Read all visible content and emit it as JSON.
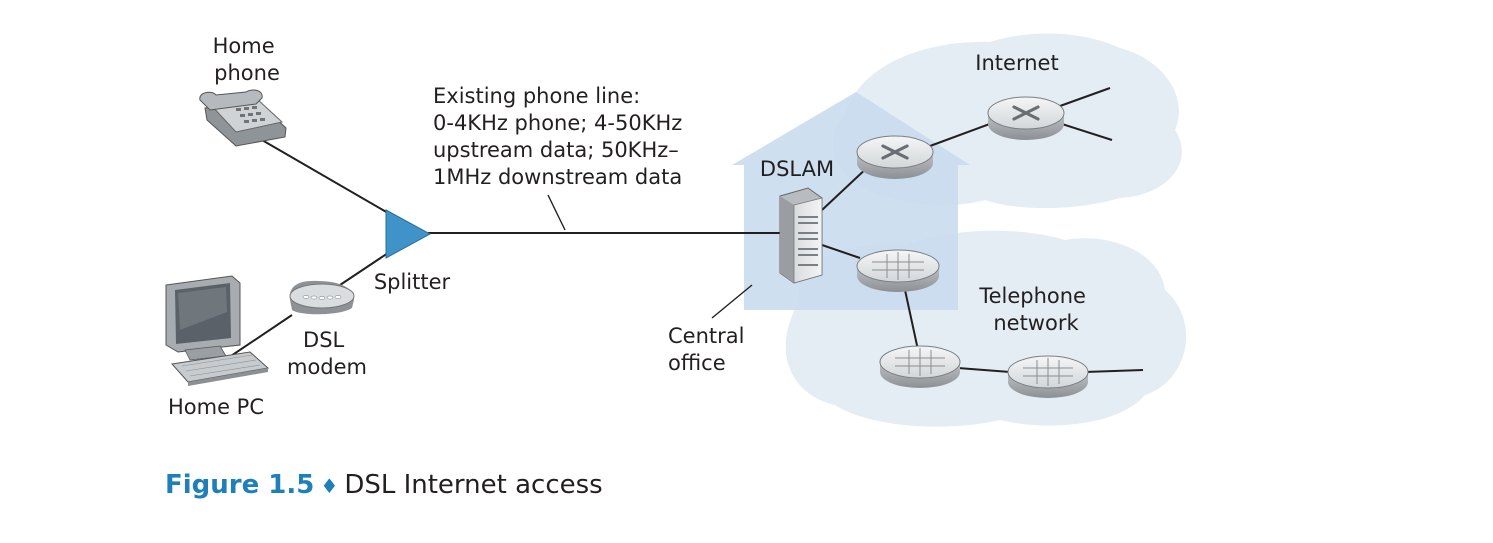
{
  "labels": {
    "home_phone": [
      "Home",
      "phone"
    ],
    "phone_line": [
      "Existing phone line:",
      "0-4KHz phone; 4-50KHz",
      "upstream data; 50KHz–",
      "1MHz downstream data"
    ],
    "internet": "Internet",
    "dslam": "DSLAM",
    "splitter": "Splitter",
    "dsl_modem": [
      "DSL",
      "modem"
    ],
    "central_office": [
      "Central",
      "office"
    ],
    "telephone_network": [
      "Telephone",
      "network"
    ],
    "home_pc": "Home PC"
  },
  "caption": {
    "figure_number": "Figure 1.5",
    "separator": "♦",
    "text": "DSL Internet access"
  },
  "colors": {
    "building": "#c9dcee",
    "cloud": "#e4ecf4",
    "splitter": "#3f93c9",
    "caption_accent": "#1f7fb8"
  },
  "icons": [
    "telephone-icon",
    "computer-icon",
    "modem-icon",
    "splitter-icon",
    "dslam-rack-icon",
    "router-icon",
    "switch-icon"
  ]
}
